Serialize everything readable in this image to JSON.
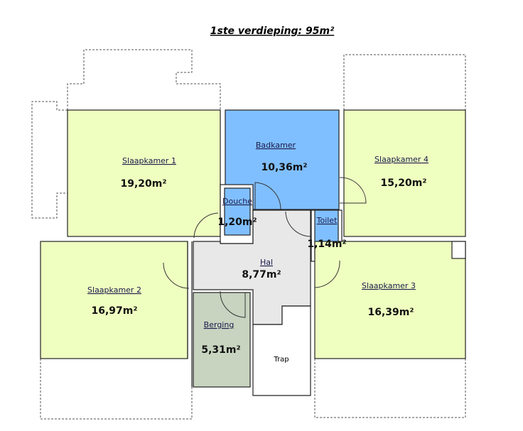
{
  "title": "1ste verdieping: 95m²",
  "colors": {
    "bedroom": "#efffc0",
    "bathroom": "#80bfff",
    "hall": "#e8e8e8",
    "storage": "#c8d4c0"
  },
  "rooms": {
    "slaapkamer1": {
      "label": "Slaapkamer 1",
      "area": "19,20m²"
    },
    "badkamer": {
      "label": "Badkamer",
      "area": "10,36m²"
    },
    "slaapkamer4": {
      "label": "Slaapkamer 4",
      "area": "15,20m²"
    },
    "douche": {
      "label": "Douche",
      "area": "1,20m²"
    },
    "toilet": {
      "label": "Toilet",
      "area": "1,14m²"
    },
    "hal": {
      "label": "Hal",
      "area": "8,77m²"
    },
    "slaapkamer2": {
      "label": "Slaapkamer 2",
      "area": "16,97m²"
    },
    "slaapkamer3": {
      "label": "Slaapkamer 3",
      "area": "16,39m²"
    },
    "berging": {
      "label": "Berging",
      "area": "5,31m²"
    },
    "trap": {
      "label": "Trap"
    }
  }
}
